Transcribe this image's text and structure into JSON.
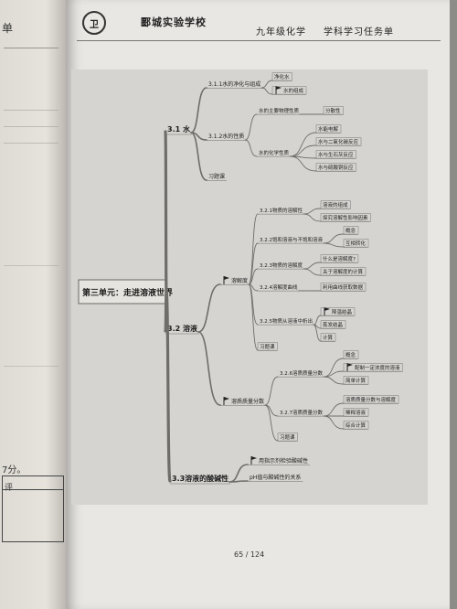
{
  "left_page": {
    "partial_title": "单",
    "score_text": "7分。",
    "table_label": "评"
  },
  "header": {
    "logo_icon": "school-seal-icon",
    "logo_mark": "卫",
    "school_name": "郾城实验学校",
    "grade_subject": "九年级化学",
    "task_sheet": "学科学习任务单"
  },
  "mindmap": {
    "root": "第三单元：走进溶液世界",
    "branches": [
      {
        "id": "b31",
        "label": "3.1 水",
        "children": [
          {
            "id": "n311",
            "label": "3.1.1水的净化与组成",
            "children": [
              {
                "id": "l311a",
                "label": "净化水",
                "flag": false
              },
              {
                "id": "l311b",
                "label": "水的组成",
                "flag": true
              }
            ]
          },
          {
            "id": "n312",
            "label": "3.1.2水的性质",
            "children": [
              {
                "id": "l312a",
                "label": "水的主要物理性质",
                "children": [
                  {
                    "id": "l312a1",
                    "label": "分散性"
                  }
                ]
              },
              {
                "id": "l312b",
                "label": "水的化学性质",
                "children": [
                  {
                    "id": "l312b1",
                    "label": "水能电解"
                  },
                  {
                    "id": "l312b2",
                    "label": "水与二氧化碳反应"
                  },
                  {
                    "id": "l312b3",
                    "label": "水与生石灰反应"
                  },
                  {
                    "id": "l312b4",
                    "label": "水与硫酸铜反应"
                  }
                ]
              }
            ]
          },
          {
            "id": "n31x",
            "label": "习题课"
          }
        ]
      },
      {
        "id": "b32",
        "label": "3.2 溶液",
        "children": [
          {
            "id": "n32s",
            "label": "溶解度",
            "flag": true,
            "children": [
              {
                "id": "n321",
                "label": "3.2.1物质的溶解性",
                "children": [
                  {
                    "id": "l321a",
                    "label": "溶液的组成"
                  },
                  {
                    "id": "l321b",
                    "label": "探究溶解性影响因素"
                  }
                ]
              },
              {
                "id": "n322",
                "label": "3.2.2饱和溶液与不饱和溶液",
                "children": [
                  {
                    "id": "l322a",
                    "label": "概念"
                  },
                  {
                    "id": "l322b",
                    "label": "互相转化"
                  }
                ]
              },
              {
                "id": "n323",
                "label": "3.2.3物质的溶解度",
                "children": [
                  {
                    "id": "l323a",
                    "label": "什么是溶解度?"
                  },
                  {
                    "id": "l323b",
                    "label": "关于溶解度的计算"
                  }
                ]
              },
              {
                "id": "n324",
                "label": "3.2.4溶解度曲线",
                "children": [
                  {
                    "id": "l324a",
                    "label": "利用曲线获取数据"
                  }
                ]
              },
              {
                "id": "n325",
                "label": "3.2.5物质从溶液中析出",
                "children": [
                  {
                    "id": "l325a",
                    "label": "降温结晶",
                    "flag": true
                  },
                  {
                    "id": "l325b",
                    "label": "蒸发结晶"
                  },
                  {
                    "id": "l325c",
                    "label": "计算"
                  }
                ]
              },
              {
                "id": "n32sx",
                "label": "习题课"
              }
            ]
          },
          {
            "id": "n32m",
            "label": "溶质质量分数",
            "flag": true,
            "children": [
              {
                "id": "n326",
                "label": "3.2.6溶质质量分数",
                "children": [
                  {
                    "id": "l326a",
                    "label": "概念"
                  },
                  {
                    "id": "l326b",
                    "label": "配制一定浓度的溶液",
                    "flag": true
                  },
                  {
                    "id": "l326c",
                    "label": "简单计算"
                  }
                ]
              },
              {
                "id": "n327",
                "label": "3.2.7溶质质量分数",
                "children": [
                  {
                    "id": "l327a",
                    "label": "溶质质量分数与溶解度"
                  },
                  {
                    "id": "l327b",
                    "label": "稀释溶液"
                  },
                  {
                    "id": "l327c",
                    "label": "综合计算"
                  }
                ]
              },
              {
                "id": "n32mx",
                "label": "习题课"
              }
            ]
          }
        ]
      },
      {
        "id": "b33",
        "label": "3.3溶液的酸碱性",
        "children": [
          {
            "id": "l33a",
            "label": "用指示剂检验酸碱性",
            "flag": true
          },
          {
            "id": "l33b",
            "label": "pH值与酸碱性的关系"
          }
        ]
      }
    ]
  },
  "page_number": "65 / 124"
}
